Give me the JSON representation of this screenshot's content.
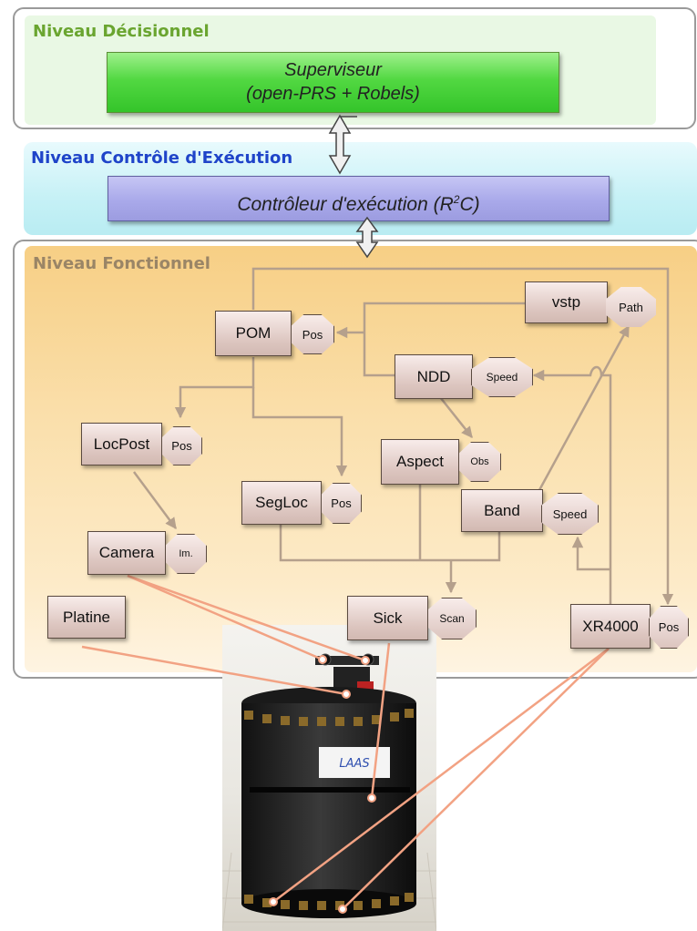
{
  "levels": {
    "decisionnel": {
      "title": "Niveau Décisionnel",
      "color": "#6aa530"
    },
    "controle": {
      "title": "Niveau Contrôle d'Exécution",
      "color": "#1f44c9"
    },
    "fonctionnel": {
      "title": "Niveau Fonctionnel",
      "color": "#9a8566"
    }
  },
  "superviseur": {
    "line1": "Superviseur",
    "line2": "(open-PRS + Robels)"
  },
  "controleur": {
    "label_pre": "Contrôleur d'exécution (R",
    "sup": "2",
    "label_post": "C)"
  },
  "modules": {
    "vstp": "vstp",
    "pom": "POM",
    "ndd": "NDD",
    "locpost": "LocPost",
    "aspect": "Aspect",
    "segloc": "SegLoc",
    "band": "Band",
    "camera": "Camera",
    "platine": "Platine",
    "sick": "Sick",
    "xr4000": "XR4000"
  },
  "ports": {
    "vstp_path": "Path",
    "pom_pos": "Pos",
    "ndd_speed": "Speed",
    "locpost_pos": "Pos",
    "aspect_obs": "Obs",
    "segloc_pos": "Pos",
    "band_speed": "Speed",
    "camera_im": "Im.",
    "sick_scan": "Scan",
    "xr4000_pos": "Pos"
  },
  "photo": {
    "logo_text": "LAAS"
  },
  "colors": {
    "connector": "#b5a08c",
    "robot_link": "#f2a283",
    "module_fill": "#dcc5bf"
  }
}
